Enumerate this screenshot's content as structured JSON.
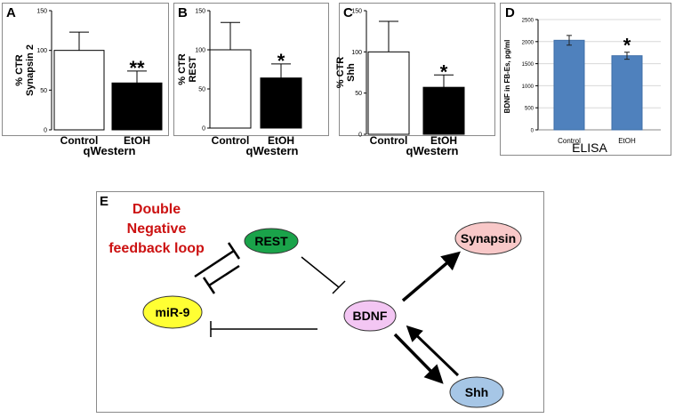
{
  "panels": {
    "a": {
      "label": "A",
      "xtitle": "qWestern"
    },
    "b": {
      "label": "B",
      "xtitle": "qWestern"
    },
    "c": {
      "label": "C",
      "xtitle": "qWestern"
    },
    "d": {
      "label": "D",
      "xtitle": "ELISA"
    },
    "e": {
      "label": "E"
    }
  },
  "chart_data": [
    {
      "type": "bar",
      "panel": "A",
      "categories": [
        "Control",
        "EtOH"
      ],
      "values": [
        100,
        59
      ],
      "errors": [
        23,
        15
      ],
      "bar_colors": [
        "#ffffff",
        "#000000"
      ],
      "ylabel": "% CTR Synapsin 2",
      "ylim": [
        0,
        150
      ],
      "yticks": [
        "0",
        "50",
        "100",
        "150"
      ],
      "annotation": "**",
      "xlabel": "qWestern"
    },
    {
      "type": "bar",
      "panel": "B",
      "categories": [
        "Control",
        "EtOH"
      ],
      "values": [
        100,
        64
      ],
      "errors": [
        35,
        18
      ],
      "bar_colors": [
        "#ffffff",
        "#000000"
      ],
      "ylabel": "% CTR REST",
      "ylim": [
        0,
        150
      ],
      "yticks": [
        "0",
        "50",
        "100",
        "150"
      ],
      "annotation": "*",
      "xlabel": "qWestern"
    },
    {
      "type": "bar",
      "panel": "C",
      "categories": [
        "Control",
        "EtOH"
      ],
      "values": [
        100,
        57
      ],
      "errors": [
        37,
        15
      ],
      "bar_colors": [
        "#ffffff",
        "#000000"
      ],
      "ylabel": "% CTR Shh",
      "ylim": [
        0,
        150
      ],
      "yticks": [
        "0",
        "50",
        "100",
        "150"
      ],
      "annotation": "*",
      "xlabel": "qWestern"
    },
    {
      "type": "bar",
      "panel": "D",
      "categories": [
        "Control",
        "EtOH"
      ],
      "values": [
        2030,
        1680
      ],
      "errors": [
        110,
        80
      ],
      "bar_colors": [
        "#4f81bd",
        "#4f81bd"
      ],
      "ylabel": "BDNF in FB-Es, pg/ml",
      "ylim": [
        0,
        2500
      ],
      "yticks": [
        "0",
        "500",
        "1000",
        "1500",
        "2000",
        "2500"
      ],
      "annotation": "*",
      "xlabel": "ELISA",
      "grid": true
    }
  ],
  "diagram": {
    "title_lines": [
      "Double",
      "Negative",
      "feedback loop"
    ],
    "title_color": "#dd1111",
    "nodes": [
      {
        "id": "rest",
        "label": "REST",
        "fill": "#1aa34a"
      },
      {
        "id": "mir9",
        "label": "miR-9",
        "fill": "#ffff33"
      },
      {
        "id": "bdnf",
        "label": "BDNF",
        "fill": "#f3c6f3"
      },
      {
        "id": "synapsin",
        "label": "Synapsin",
        "fill": "#f8c8c8"
      },
      {
        "id": "shh",
        "label": "Shh",
        "fill": "#a6c6e6"
      }
    ],
    "edges": [
      {
        "from": "mir9",
        "to": "rest",
        "type": "inhibit"
      },
      {
        "from": "rest",
        "to": "mir9",
        "type": "inhibit"
      },
      {
        "from": "rest",
        "to": "bdnf",
        "type": "inhibit"
      },
      {
        "from": "bdnf",
        "to": "mir9",
        "type": "inhibit"
      },
      {
        "from": "bdnf",
        "to": "synapsin",
        "type": "activate"
      },
      {
        "from": "bdnf",
        "to": "shh",
        "type": "activate"
      },
      {
        "from": "shh",
        "to": "bdnf",
        "type": "activate"
      }
    ]
  }
}
